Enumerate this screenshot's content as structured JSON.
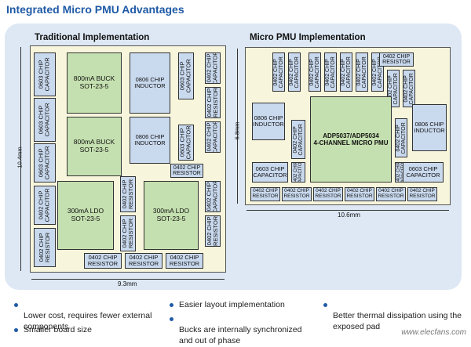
{
  "title": "Integrated Micro PMU Advantages",
  "traditional": {
    "heading": "Traditional Implementation",
    "width_label": "9.3mm",
    "height_label": "10.4mm",
    "buck1": "800mA BUCK\nSOT-23-5",
    "buck2": "800mA BUCK\nSOT-23-5",
    "ldo1": "300mA LDO\nSOT-23-5",
    "ldo2": "300mA LDO\nSOT-23-5",
    "inductor1": "0806 CHIP\nINDUCTOR",
    "inductor2": "0806 CHIP\nINDUCTOR",
    "chip_cap_v": "0603 CHIP\nCAPACITOR",
    "cap_0402_v": "0402 CHIP\nCAPACITOR",
    "res_0402_v": "0402 CHIP\nRESISTOR",
    "res_0402_h": "0402 CHIP\nRESISTOR"
  },
  "micro": {
    "heading": "Micro PMU Implementation",
    "width_label": "10.6mm",
    "height_label": "6.8mm",
    "pmu": "ADP5037/ADP5034\n4-CHANNEL MICRO PMU",
    "inductor": "0806 CHIP\nINDUCTOR",
    "cap_0603": "0603 CHIP\nCAPACITOR",
    "cap_0402_v": "0402 CHIP\nCAPACITOR",
    "res_0402_h": "0402 CHIP\nRESISTOR"
  },
  "bullets": [
    "Lower cost, requires fewer external\ncomponents",
    "Smaller board size",
    "Easier layout implementation",
    "Bucks are internally synchronized\nand out of phase",
    "Better thermal dissipation using the\nexposed pad"
  ],
  "watermark": "www.elecfans.com",
  "colors": {
    "title": "#1f5aa6",
    "panel": "#dde8f4",
    "board": "#f7f5dc",
    "ic_green": "#c5e0b0",
    "passive_blue": "#c9d9ee"
  }
}
